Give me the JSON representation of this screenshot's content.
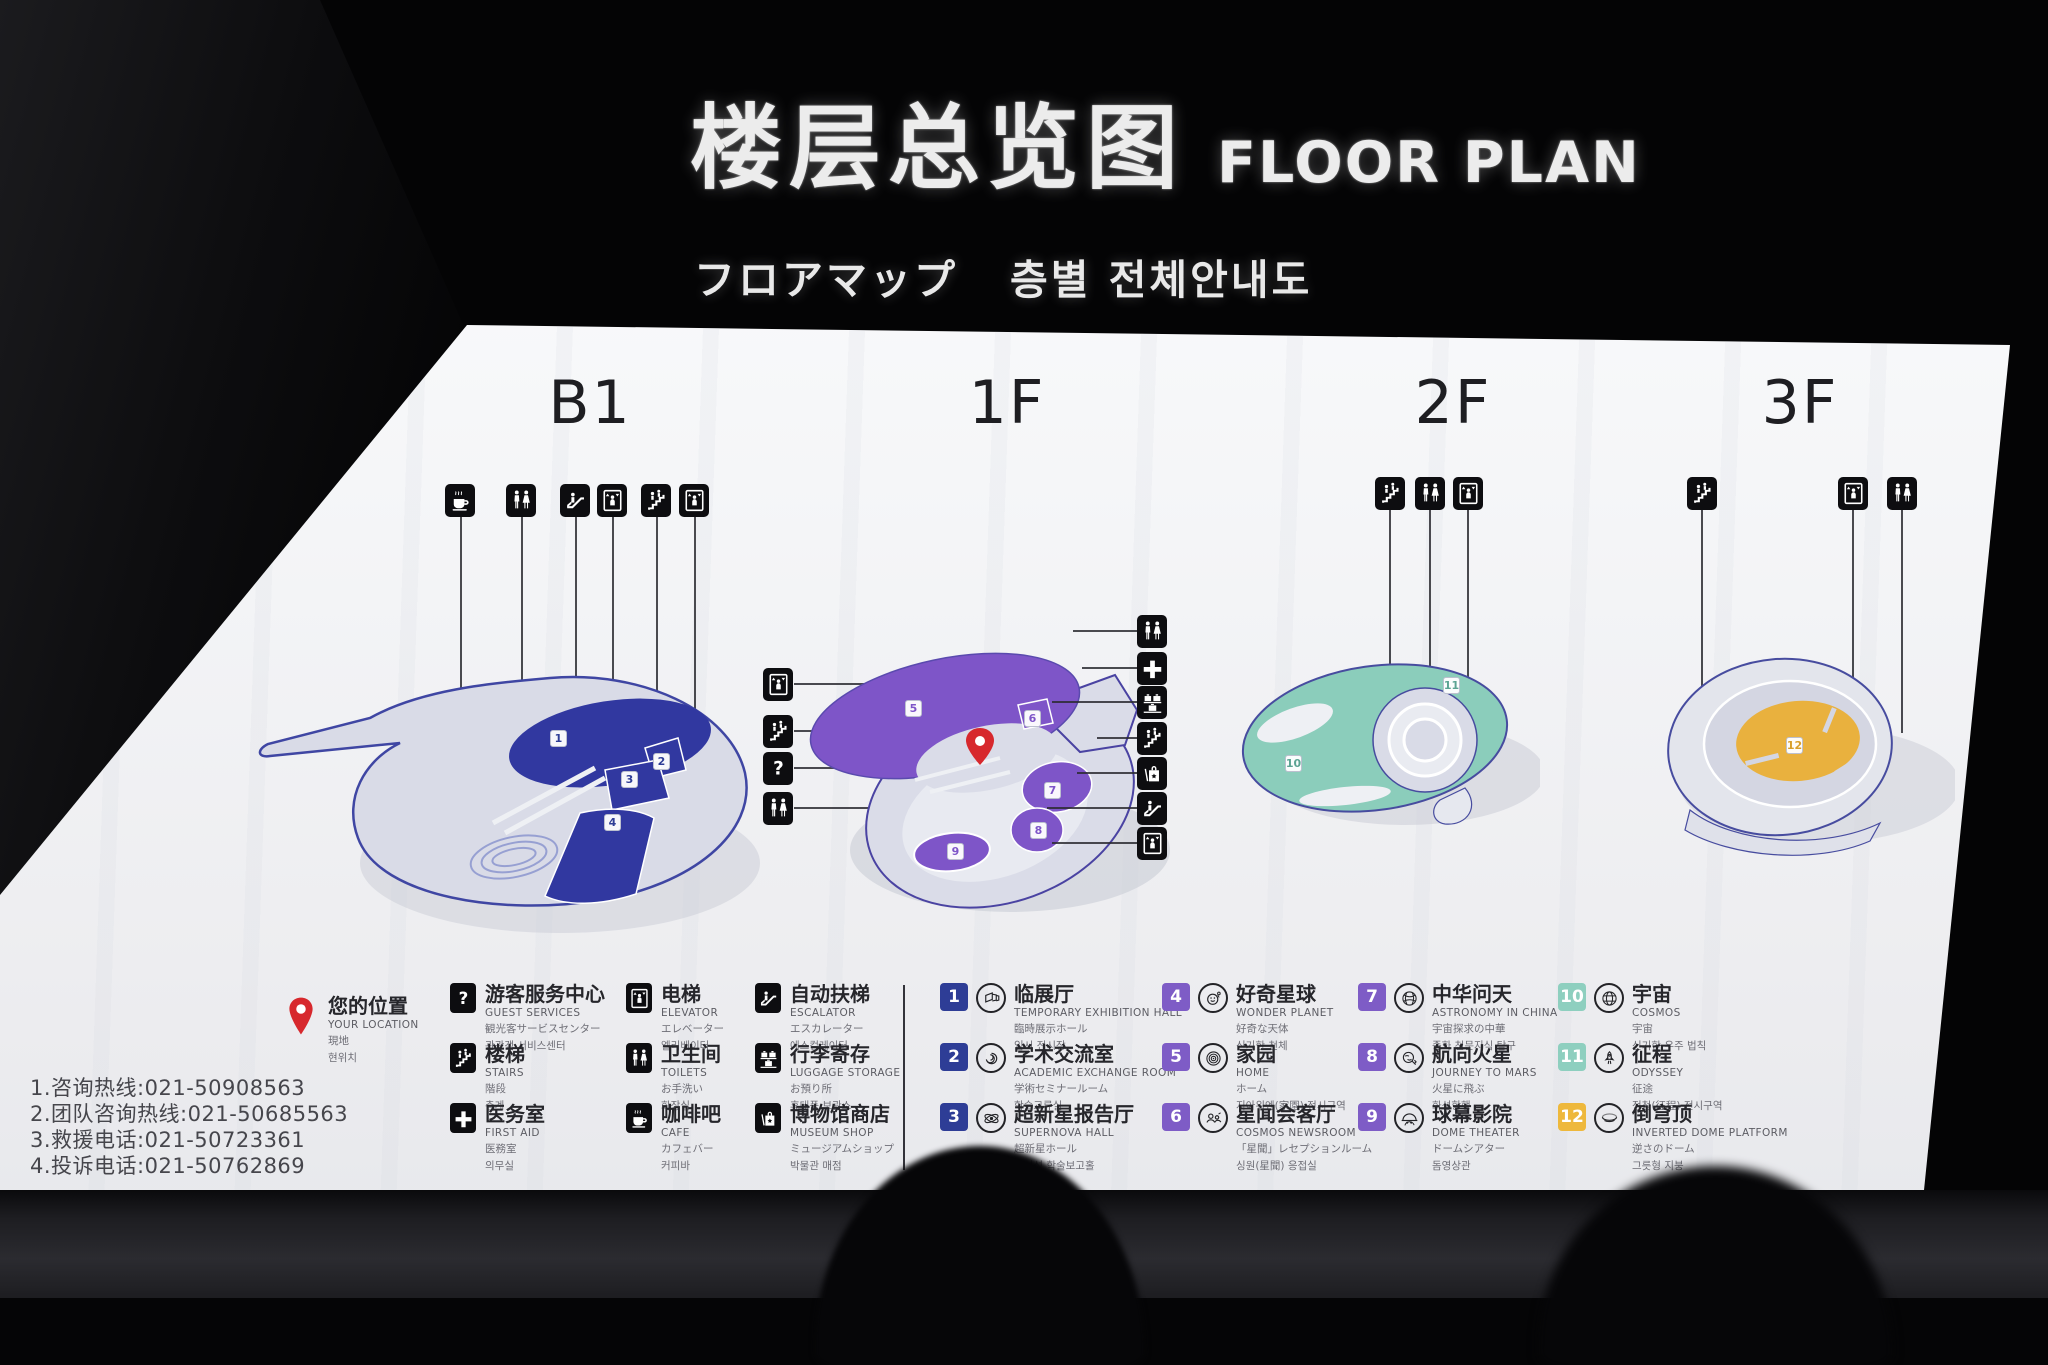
{
  "sign": {
    "title_zh": "楼层总览图",
    "title_en": "FLOOR PLAN",
    "subtitle_ja": "フロアマップ",
    "subtitle_ko": "층별 전체안내도"
  },
  "floors": [
    {
      "label": "B1",
      "color": "#2e3d96",
      "icons_top": [
        "cafe",
        "toilets",
        "escalator",
        "elevator",
        "stairs",
        "elevator"
      ],
      "markers": [
        "1",
        "2",
        "3",
        "4"
      ]
    },
    {
      "label": "1F",
      "color": "#7e55c8",
      "icons_left": [
        "elevator",
        "stairs",
        "guest-services",
        "toilets"
      ],
      "icons_right": [
        "toilets",
        "first-aid",
        "luggage-storage",
        "stairs",
        "museum-shop",
        "escalator",
        "elevator"
      ],
      "markers": [
        "5",
        "6",
        "7",
        "8",
        "9"
      ],
      "location_pin": true
    },
    {
      "label": "2F",
      "color": "#5ba393",
      "icons_top": [
        "stairs",
        "toilets",
        "elevator"
      ],
      "markers": [
        "10",
        "11"
      ]
    },
    {
      "label": "3F",
      "color": "#d99f2b",
      "icons_top": [
        "stairs",
        "elevator",
        "toilets"
      ],
      "markers": [
        "12"
      ]
    }
  ],
  "legend_facilities": {
    "your_location": {
      "zh": "您的位置",
      "en": "YOUR LOCATION",
      "ja": "現地",
      "ko": "현위치",
      "icon": "location-pin"
    },
    "items": [
      {
        "icon": "guest-services",
        "zh": "游客服务中心",
        "en": "GUEST SERVICES",
        "ja": "観光客サービスセンター",
        "ko": "관광객 서비스센터"
      },
      {
        "icon": "stairs",
        "zh": "楼梯",
        "en": "STAIRS",
        "ja": "階段",
        "ko": "층계"
      },
      {
        "icon": "first-aid",
        "zh": "医务室",
        "en": "FIRST AID",
        "ja": "医務室",
        "ko": "의무실"
      },
      {
        "icon": "elevator",
        "zh": "电梯",
        "en": "ELEVATOR",
        "ja": "エレベーター",
        "ko": "엘리베이터"
      },
      {
        "icon": "toilets",
        "zh": "卫生间",
        "en": "TOILETS",
        "ja": "お手洗い",
        "ko": "화장실"
      },
      {
        "icon": "cafe",
        "zh": "咖啡吧",
        "en": "CAFE",
        "ja": "カフェバー",
        "ko": "커피바"
      },
      {
        "icon": "escalator",
        "zh": "自动扶梯",
        "en": "ESCALATOR",
        "ja": "エスカレーター",
        "ko": "에스컬레이터"
      },
      {
        "icon": "luggage-storage",
        "zh": "行李寄存",
        "en": "LUGGAGE STORAGE",
        "ja": "お預り所",
        "ko": "휴대품 보관소"
      },
      {
        "icon": "museum-shop",
        "zh": "博物馆商店",
        "en": "MUSEUM SHOP",
        "ja": "ミュージアムショップ",
        "ko": "박물관 매점"
      }
    ]
  },
  "legend_exhibits": [
    {
      "num": "1",
      "color": "#2e3d96",
      "icon": "temporary-exhibition",
      "zh": "临展厅",
      "en": "TEMPORARY EXHIBITION HALL",
      "ja": "臨時展示ホール",
      "ko": "임시 전시장"
    },
    {
      "num": "2",
      "color": "#2e3d96",
      "icon": "academic-exchange",
      "zh": "学术交流室",
      "en": "ACADEMIC EXCHANGE ROOM",
      "ja": "学術セミナールーム",
      "ko": "학술교류실"
    },
    {
      "num": "3",
      "color": "#2e3d96",
      "icon": "supernova",
      "zh": "超新星报告厅",
      "en": "SUPERNOVA HALL",
      "ja": "超新星ホール",
      "ko": "초신성 학술보고홀"
    },
    {
      "num": "4",
      "color": "#7e5cc6",
      "icon": "wonder-planet",
      "zh": "好奇星球",
      "en": "WONDER PLANET",
      "ja": "好奇な天体",
      "ko": "신기한 천체"
    },
    {
      "num": "5",
      "color": "#7e5cc6",
      "icon": "home",
      "zh": "家园",
      "en": "HOME",
      "ja": "ホーム",
      "ko": "지아위엔(家園) 전시구역"
    },
    {
      "num": "6",
      "color": "#7e5cc6",
      "icon": "cosmos-newsroom",
      "zh": "星闻会客厅",
      "en": "COSMOS NEWSROOM",
      "ja": "「星聞」レセプションルーム",
      "ko": "싱원(星聞) 응접실"
    },
    {
      "num": "7",
      "color": "#7e5cc6",
      "icon": "astronomy-in-china",
      "zh": "中华问天",
      "en": "ASTRONOMY IN CHINA",
      "ja": "宇宙探求の中華",
      "ko": "중화 천문지식 탐구"
    },
    {
      "num": "8",
      "color": "#7e5cc6",
      "icon": "journey-to-mars",
      "zh": "航向火星",
      "en": "JOURNEY TO MARS",
      "ja": "火星に飛ぶ",
      "ko": "화성항행"
    },
    {
      "num": "9",
      "color": "#7e5cc6",
      "icon": "dome-theater",
      "zh": "球幕影院",
      "en": "DOME THEATER",
      "ja": "ドームシアター",
      "ko": "돔영상관"
    },
    {
      "num": "10",
      "color": "#8ecfbf",
      "icon": "cosmos",
      "zh": "宇宙",
      "en": "COSMOS",
      "ja": "宇宙",
      "ko": "신기한 우주 법칙"
    },
    {
      "num": "11",
      "color": "#8ecfbf",
      "icon": "odyssey",
      "zh": "征程",
      "en": "ODYSSEY",
      "ja": "征途",
      "ko": "정청(征程) 전시구역"
    },
    {
      "num": "12",
      "color": "#eeb83c",
      "icon": "inverted-dome",
      "zh": "倒穹顶",
      "en": "INVERTED DOME PLATFORM",
      "ja": "逆さのドーム",
      "ko": "그릇형 지붕"
    }
  ],
  "hotlines": [
    "1.咨询热线:021-50908563",
    "2.团队咨询热线:021-50685563",
    "3.救援电话:021-50723361",
    "4.投诉电话:021-50762869"
  ]
}
